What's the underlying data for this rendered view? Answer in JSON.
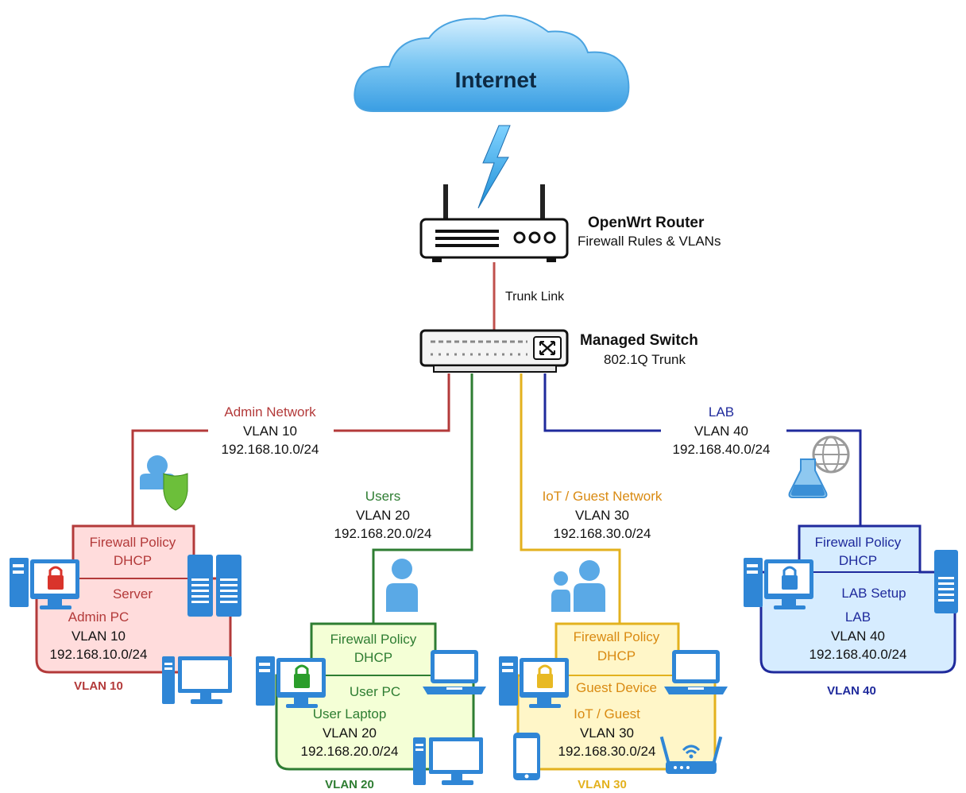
{
  "internet": {
    "label": "Internet"
  },
  "router": {
    "title": "OpenWrt Router",
    "subtitle": "Firewall Rules & VLANs"
  },
  "trunk_link": {
    "label": "Trunk Link"
  },
  "switch": {
    "title": "Managed Switch",
    "subtitle": "802.1Q Trunk"
  },
  "colors": {
    "admin": "#b33a3a",
    "users": "#2e7d32",
    "iot": "#e3b11e",
    "lab": "#1f2a9c",
    "cloud": "#5db3ea",
    "icon_blue": "#2f86d6"
  },
  "links": {
    "admin": {
      "name": "Admin Network",
      "vlan": "VLAN 10",
      "subnet": "192.168.10.0/24"
    },
    "users": {
      "name": "Users",
      "vlan": "VLAN 20",
      "subnet": "192.168.20.0/24"
    },
    "iot": {
      "name": "IoT / Guest Network",
      "vlan": "VLAN 30",
      "subnet": "192.168.30.0/24"
    },
    "lab": {
      "name": "LAB",
      "vlan": "VLAN 40",
      "subnet": "192.168.40.0/24"
    }
  },
  "zones": {
    "admin": {
      "policy": "Firewall Policy",
      "dhcp": "DHCP",
      "device_a": "Server",
      "device_b": "Admin PC",
      "vlan": "VLAN 10",
      "subnet": "192.168.10.0/24",
      "caption": "VLAN 10"
    },
    "users": {
      "policy": "Firewall Policy",
      "dhcp": "DHCP",
      "device_a": "User PC",
      "device_b": "User Laptop",
      "vlan": "VLAN 20",
      "subnet": "192.168.20.0/24",
      "caption": "VLAN 20"
    },
    "iot": {
      "policy": "Firewall Policy",
      "dhcp": "DHCP",
      "device_a": "Guest Device",
      "device_b": "IoT / Guest",
      "vlan": "VLAN 30",
      "subnet": "192.168.30.0/24",
      "caption": "VLAN 30"
    },
    "lab": {
      "policy": "Firewall Policy",
      "dhcp": "DHCP",
      "device_a": "LAB Setup",
      "device_b": "LAB",
      "vlan": "VLAN 40",
      "subnet": "192.168.40.0/24",
      "caption": "VLAN 40"
    }
  }
}
